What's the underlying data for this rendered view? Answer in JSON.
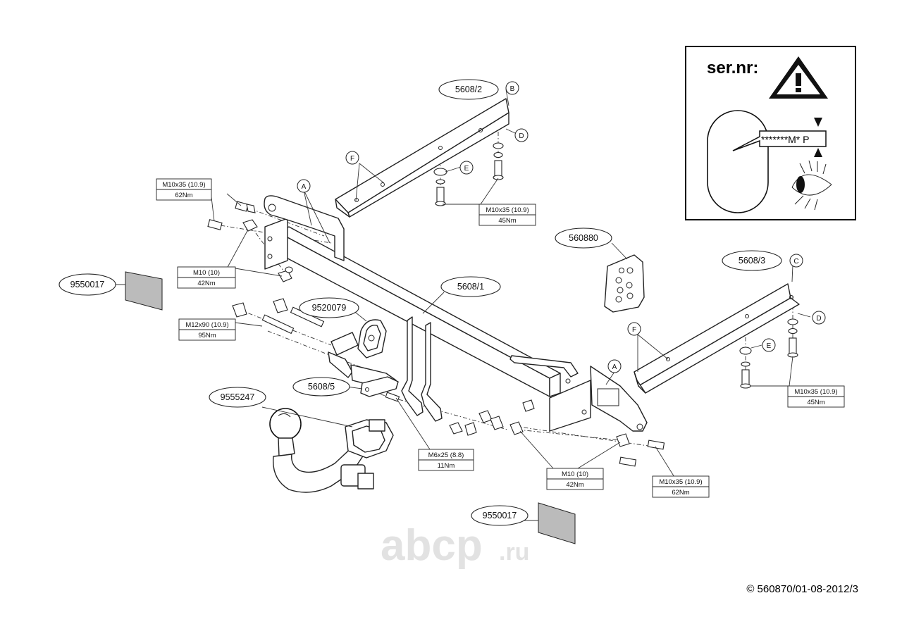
{
  "parts": {
    "bracket_left": "5608/2",
    "bracket_right": "5608/3",
    "crossbar": "5608/1",
    "bracket_small": "5608/5",
    "socket_plate": "9520079",
    "ball": "9555247",
    "label_plate": "560880",
    "manual_top": "9550017",
    "manual_bottom": "9550017"
  },
  "callouts": {
    "A": "A",
    "B": "B",
    "C": "C",
    "D": "D",
    "E": "E",
    "F": "F"
  },
  "torque_boxes": {
    "tl": {
      "spec": "M10x35 (10.9)",
      "torque": "62Nm"
    },
    "tm": {
      "spec": "M10x35 (10.9)",
      "torque": "45Nm"
    },
    "ml": {
      "spec": "M10 (10)",
      "torque": "42Nm"
    },
    "m12": {
      "spec": "M12x90 (10.9)",
      "torque": "95Nm"
    },
    "m6": {
      "spec": "M6x25 (8.8)",
      "torque": "11Nm"
    },
    "mc": {
      "spec": "M10 (10)",
      "torque": "42Nm"
    },
    "br": {
      "spec": "M10x35 (10.9)",
      "torque": "62Nm"
    },
    "rr": {
      "spec": "M10x35 (10.9)",
      "torque": "45Nm"
    }
  },
  "serial_panel": {
    "title": "ser.nr:",
    "code": "*******M* P"
  },
  "watermark": {
    "main": "abcp",
    "suffix": ".ru"
  },
  "copyright": "© 560870/01-08-2012/3"
}
